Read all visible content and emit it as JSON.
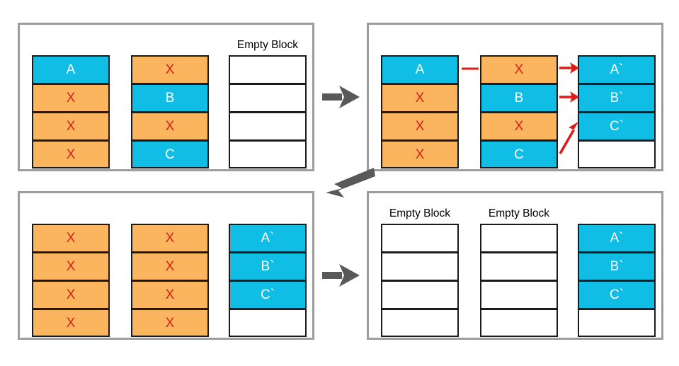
{
  "figure": {
    "title": "",
    "colors": {
      "valid_block": "#10bde5",
      "invalid_block": "#fbb55f",
      "empty_block": "#ffffff",
      "cell_border": "#1b1b1b",
      "panel_border": "#9d9d9d",
      "flow_arrow": "#595959",
      "annotation_arrow": "#e01b17",
      "invalid_text": "#d8201a",
      "valid_text": "#ffffff"
    },
    "empty_block_label": "Empty Block",
    "invalid_mark": "X"
  },
  "panels": [
    {
      "id": "panel-1",
      "name": "initial-state",
      "columns": [
        {
          "name": "column-a",
          "label": "",
          "cells": [
            {
              "text": "A",
              "state": "valid"
            },
            {
              "text": "X",
              "state": "invalid"
            },
            {
              "text": "X",
              "state": "invalid"
            },
            {
              "text": "X",
              "state": "invalid"
            }
          ]
        },
        {
          "name": "column-b",
          "label": "",
          "cells": [
            {
              "text": "X",
              "state": "invalid"
            },
            {
              "text": "B",
              "state": "valid"
            },
            {
              "text": "X",
              "state": "invalid"
            },
            {
              "text": "C",
              "state": "valid"
            }
          ]
        },
        {
          "name": "column-c",
          "label": "Empty Block",
          "cells": [
            {
              "text": "",
              "state": "empty"
            },
            {
              "text": "",
              "state": "empty"
            },
            {
              "text": "",
              "state": "empty"
            },
            {
              "text": "",
              "state": "empty"
            }
          ]
        }
      ]
    },
    {
      "id": "panel-2",
      "name": "copy-valid-pages-state",
      "columns": [
        {
          "name": "column-a",
          "label": "",
          "cells": [
            {
              "text": "A",
              "state": "valid"
            },
            {
              "text": "X",
              "state": "invalid"
            },
            {
              "text": "X",
              "state": "invalid"
            },
            {
              "text": "X",
              "state": "invalid"
            }
          ]
        },
        {
          "name": "column-b",
          "label": "",
          "cells": [
            {
              "text": "X",
              "state": "invalid"
            },
            {
              "text": "B",
              "state": "valid"
            },
            {
              "text": "X",
              "state": "invalid"
            },
            {
              "text": "C",
              "state": "valid"
            }
          ]
        },
        {
          "name": "column-c",
          "label": "",
          "cells": [
            {
              "text": "A`",
              "state": "valid"
            },
            {
              "text": "B`",
              "state": "valid"
            },
            {
              "text": "C`",
              "state": "valid"
            },
            {
              "text": "",
              "state": "empty"
            }
          ]
        }
      ],
      "annotations": [
        {
          "name": "copy-line-a",
          "kind": "dash"
        },
        {
          "name": "copy-arrow-a",
          "kind": "arrow-right"
        },
        {
          "name": "copy-arrow-b",
          "kind": "arrow-right"
        },
        {
          "name": "copy-arrow-c",
          "kind": "arrow-diagonal-up"
        }
      ]
    },
    {
      "id": "panel-3",
      "name": "sources-invalidated-state",
      "columns": [
        {
          "name": "column-a",
          "label": "",
          "cells": [
            {
              "text": "X",
              "state": "invalid"
            },
            {
              "text": "X",
              "state": "invalid"
            },
            {
              "text": "X",
              "state": "invalid"
            },
            {
              "text": "X",
              "state": "invalid"
            }
          ]
        },
        {
          "name": "column-b",
          "label": "",
          "cells": [
            {
              "text": "X",
              "state": "invalid"
            },
            {
              "text": "X",
              "state": "invalid"
            },
            {
              "text": "X",
              "state": "invalid"
            },
            {
              "text": "X",
              "state": "invalid"
            }
          ]
        },
        {
          "name": "column-c",
          "label": "",
          "cells": [
            {
              "text": "A`",
              "state": "valid"
            },
            {
              "text": "B`",
              "state": "valid"
            },
            {
              "text": "C`",
              "state": "valid"
            },
            {
              "text": "",
              "state": "empty"
            }
          ]
        }
      ]
    },
    {
      "id": "panel-4",
      "name": "erased-state",
      "columns": [
        {
          "name": "column-a",
          "label": "Empty Block",
          "cells": [
            {
              "text": "",
              "state": "empty"
            },
            {
              "text": "",
              "state": "empty"
            },
            {
              "text": "",
              "state": "empty"
            },
            {
              "text": "",
              "state": "empty"
            }
          ]
        },
        {
          "name": "column-b",
          "label": "Empty Block",
          "cells": [
            {
              "text": "",
              "state": "empty"
            },
            {
              "text": "",
              "state": "empty"
            },
            {
              "text": "",
              "state": "empty"
            },
            {
              "text": "",
              "state": "empty"
            }
          ]
        },
        {
          "name": "column-c",
          "label": "",
          "cells": [
            {
              "text": "A`",
              "state": "valid"
            },
            {
              "text": "B`",
              "state": "valid"
            },
            {
              "text": "C`",
              "state": "valid"
            },
            {
              "text": "",
              "state": "empty"
            }
          ]
        }
      ]
    }
  ],
  "flow_arrows": [
    {
      "name": "flow-arrow-top",
      "direction": "right"
    },
    {
      "name": "flow-arrow-middle",
      "direction": "down-left"
    },
    {
      "name": "flow-arrow-bottom",
      "direction": "right"
    }
  ]
}
